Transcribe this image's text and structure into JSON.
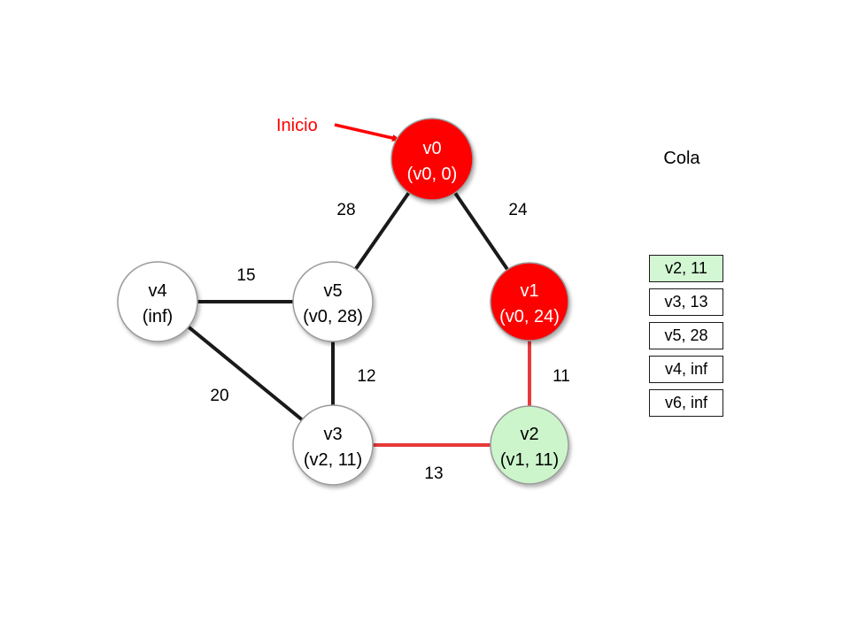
{
  "start": {
    "label": "Inicio",
    "color": "#ff0000"
  },
  "colors": {
    "visited": "#ff0000",
    "current": "#ccf5cc",
    "unvisited": "#ffffff",
    "tree_edge": "#e83a3a",
    "edge": "#1a1a1a"
  },
  "nodes": [
    {
      "id": "v0",
      "line1": "v0",
      "line2": "(v0, 0)",
      "state": "visited"
    },
    {
      "id": "v1",
      "line1": "v1",
      "line2": "(v0, 24)",
      "state": "visited"
    },
    {
      "id": "v2",
      "line1": "v2",
      "line2": "(v1, 11)",
      "state": "current"
    },
    {
      "id": "v3",
      "line1": "v3",
      "line2": "(v2, 11)",
      "state": "unvisited"
    },
    {
      "id": "v4",
      "line1": "v4",
      "line2": "(inf)",
      "state": "unvisited"
    },
    {
      "id": "v5",
      "line1": "v5",
      "line2": "(v0, 28)",
      "state": "unvisited"
    }
  ],
  "edges": [
    {
      "from": "v0",
      "to": "v5",
      "weight": "28",
      "tree": false
    },
    {
      "from": "v0",
      "to": "v1",
      "weight": "24",
      "tree": false
    },
    {
      "from": "v4",
      "to": "v5",
      "weight": "15",
      "tree": false
    },
    {
      "from": "v5",
      "to": "v3",
      "weight": "12",
      "tree": false
    },
    {
      "from": "v1",
      "to": "v2",
      "weight": "11",
      "tree": true
    },
    {
      "from": "v4",
      "to": "v3",
      "weight": "20",
      "tree": false
    },
    {
      "from": "v3",
      "to": "v2",
      "weight": "13",
      "tree": true
    }
  ],
  "queue": {
    "title": "Cola",
    "items": [
      "v2, 11",
      "v3, 13",
      "v5, 28",
      "v4, inf",
      "v6, inf"
    ]
  }
}
